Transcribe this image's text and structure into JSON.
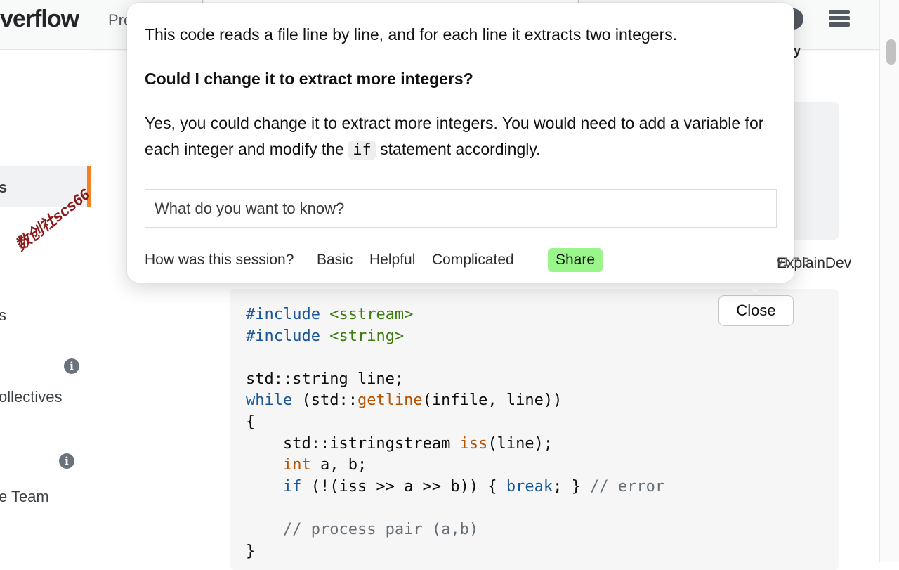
{
  "topbar": {
    "logo_text": "verflow",
    "products_label": "Pro",
    "user_fragment": "y",
    "help_icon": "help-circle-icon",
    "inbox_icon": "inbox-icon"
  },
  "leftbar": {
    "active_item_fragment": "s",
    "item2_fragment": "s",
    "collectives_fragment": "ollectives",
    "team_fragment": "e Team",
    "info_icon_glyph": "i",
    "watermark_text": "数创社scs66"
  },
  "popup": {
    "answer_intro": "This code reads a file line by line, and for each line it extracts two integers.",
    "question": "Could I change it to extract more integers?",
    "answer_part1": "Yes, you could change it to extract more integers. You would need to add a variable for each integer and modify the",
    "answer_code": "if",
    "answer_part2": "statement accordingly.",
    "input_placeholder": "What do you want to know?",
    "feedback_prompt": "How was this session?",
    "rating_basic": "Basic",
    "rating_helpful": "Helpful",
    "rating_complicated": "Complicated",
    "share_label": "Share",
    "brand_name": "ExplainDev",
    "version": "v1.7.3",
    "share_color": "#9af58a"
  },
  "code_block": {
    "close_label": "Close",
    "lines": {
      "l1_kw": "#include",
      "l1_str": "<sstream>",
      "l2_kw": "#include",
      "l2_str": "<string>",
      "l4": "std::string line;",
      "l5_kw": "while",
      "l5_a": " (std::",
      "l5_fn": "getline",
      "l5_b": "(infile, line))",
      "l6": "{",
      "l7_a": "    std::istringstream ",
      "l7_fn": "iss",
      "l7_b": "(line);",
      "l8_pad": "    ",
      "l8_kw": "int",
      "l8_b": " a, b;",
      "l9_pad": "    ",
      "l9_kw": "if",
      "l9_a": " (!(iss >> a >> b)) { ",
      "l9_kw2": "break",
      "l9_b": "; } ",
      "l9_com": "// error",
      "l11_pad": "    ",
      "l11_com": "// process pair (a,b)",
      "l12": "}"
    }
  }
}
